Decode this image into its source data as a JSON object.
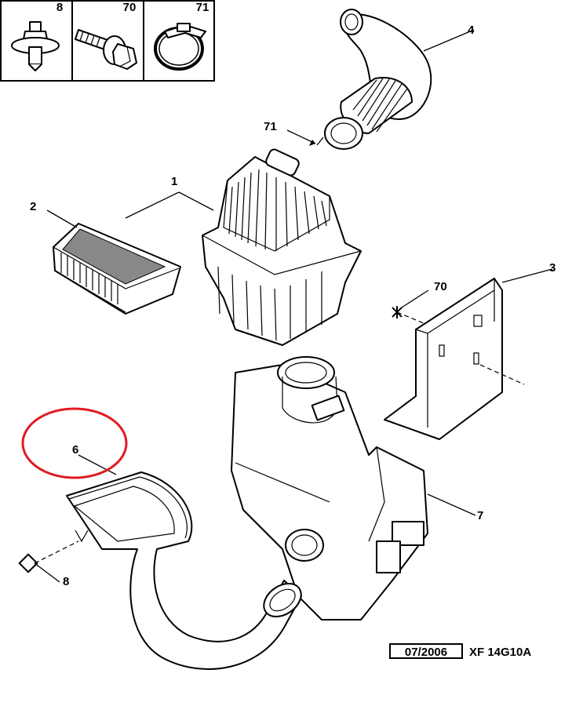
{
  "legend": {
    "cells": [
      {
        "ref": "8"
      },
      {
        "ref": "70"
      },
      {
        "ref": "71"
      }
    ]
  },
  "callouts": {
    "c1": "1",
    "c2": "2",
    "c3": "3",
    "c4": "4",
    "c6": "6",
    "c7": "7",
    "c8": "8",
    "c70": "70",
    "c71": "71"
  },
  "footer": {
    "date": "07/2006",
    "code": "XF 14G10A"
  },
  "highlight_color": "#e11b22"
}
